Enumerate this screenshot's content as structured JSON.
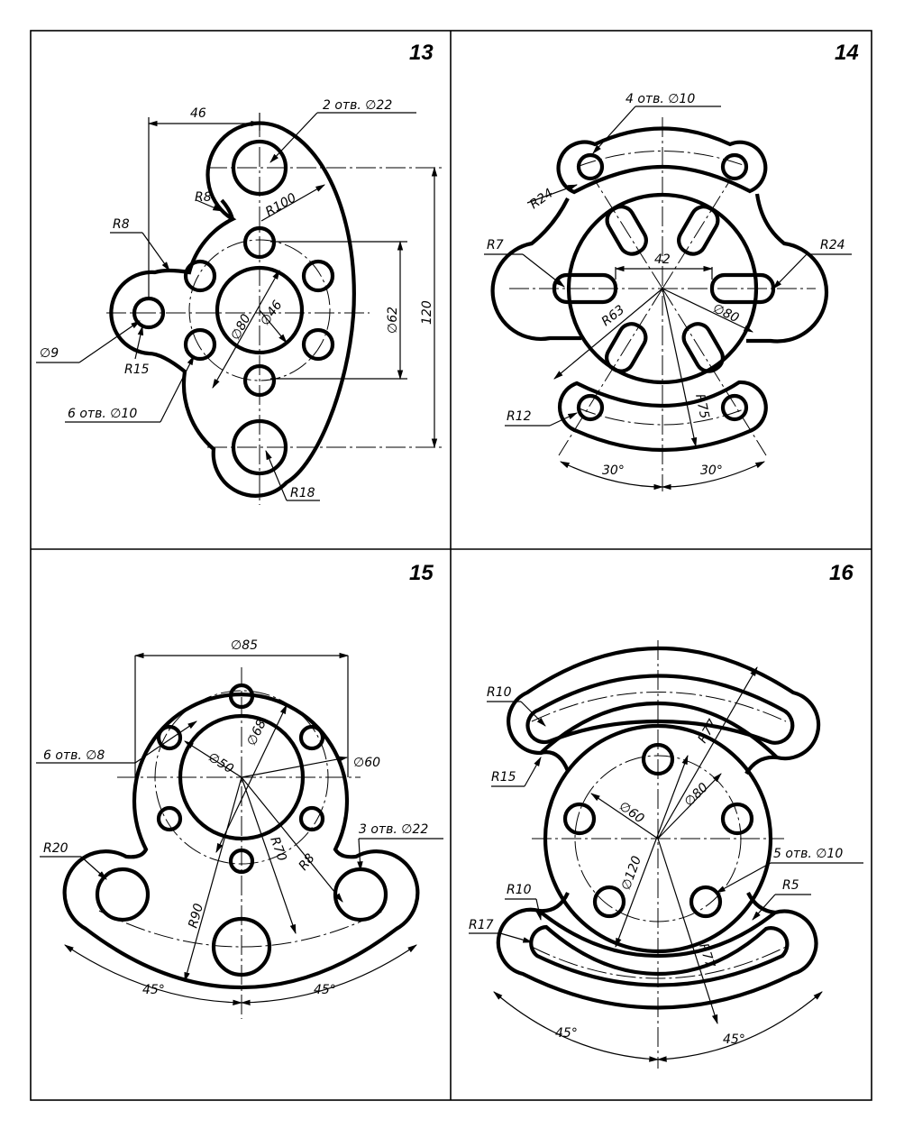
{
  "sheet": {
    "panels": [
      {
        "number": "13",
        "labels": [
          "46",
          "2 отв. ∅22",
          "R8",
          "R100",
          "R8",
          "∅62",
          "120",
          "∅80",
          "∅46",
          "∅9",
          "R15",
          "6 отв. ∅10",
          "R18"
        ]
      },
      {
        "number": "14",
        "labels": [
          "4 отв. ∅10",
          "R24",
          "R7",
          "42",
          "R24",
          "R63",
          "∅80",
          "R75",
          "R12",
          "30°",
          "30°"
        ]
      },
      {
        "number": "15",
        "labels": [
          "∅85",
          "∅68",
          "6 отв. ∅8",
          "∅50",
          "∅60",
          "R20",
          "3 отв. ∅22",
          "R70",
          "R8",
          "R90",
          "45°",
          "45°"
        ]
      },
      {
        "number": "16",
        "labels": [
          "R10",
          "R77",
          "R15",
          "∅60",
          "∅80",
          "5 отв. ∅10",
          "R10",
          "R5",
          "R17",
          "∅120",
          "R77",
          "45°",
          "45°"
        ]
      }
    ]
  }
}
